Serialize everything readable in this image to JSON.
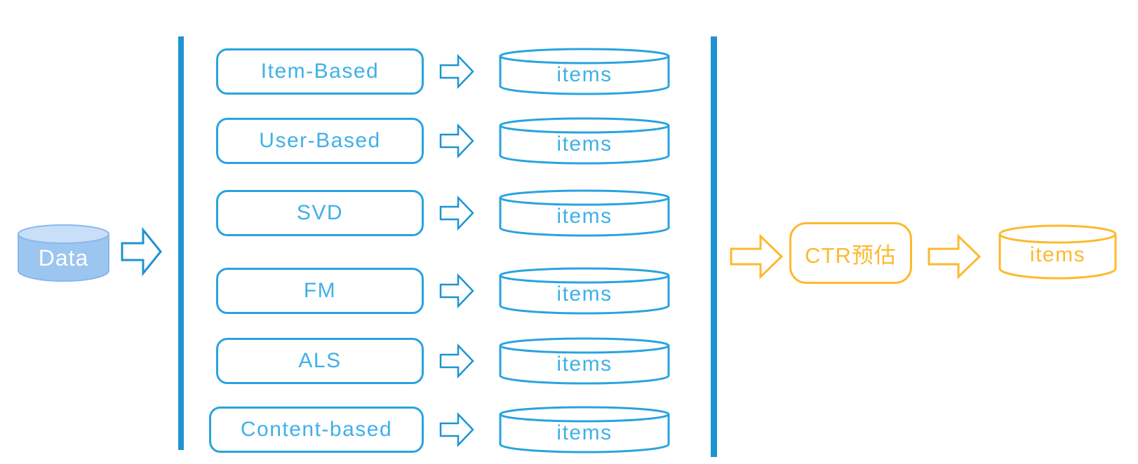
{
  "diagram": {
    "title": "recommendation-pipeline",
    "colors": {
      "blue_stroke": "#29a3e0",
      "blue_text": "#3fb0e8",
      "blue_bar": "#1d94d2",
      "orange": "#fdb92e",
      "data_body_fill": "#9cc5f0",
      "data_top_fill": "#c9def8",
      "data_text": "#ffffff"
    },
    "source": {
      "label": "Data"
    },
    "recall": {
      "rows": [
        {
          "label": "Item-Based",
          "output": "items"
        },
        {
          "label": "User-Based",
          "output": "items"
        },
        {
          "label": "SVD",
          "output": "items"
        },
        {
          "label": "FM",
          "output": "items"
        },
        {
          "label": "ALS",
          "output": "items"
        },
        {
          "label": "Content-based",
          "output": "items"
        }
      ]
    },
    "rank": {
      "label": "CTR预估",
      "output": "items"
    }
  }
}
